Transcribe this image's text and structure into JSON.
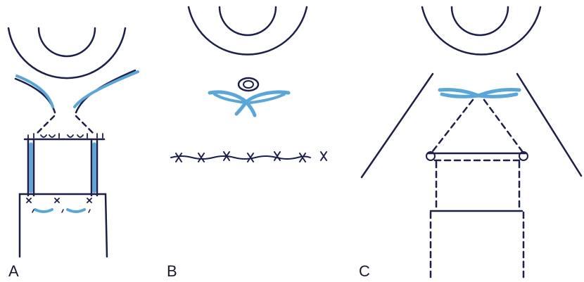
{
  "panels": [
    {
      "id": "A",
      "label": "A"
    },
    {
      "id": "B",
      "label": "B"
    },
    {
      "id": "C",
      "label": "C"
    }
  ],
  "colors": {
    "line": "#1c1f4a",
    "suture": "#5aa6d8",
    "background": "#ffffff"
  }
}
